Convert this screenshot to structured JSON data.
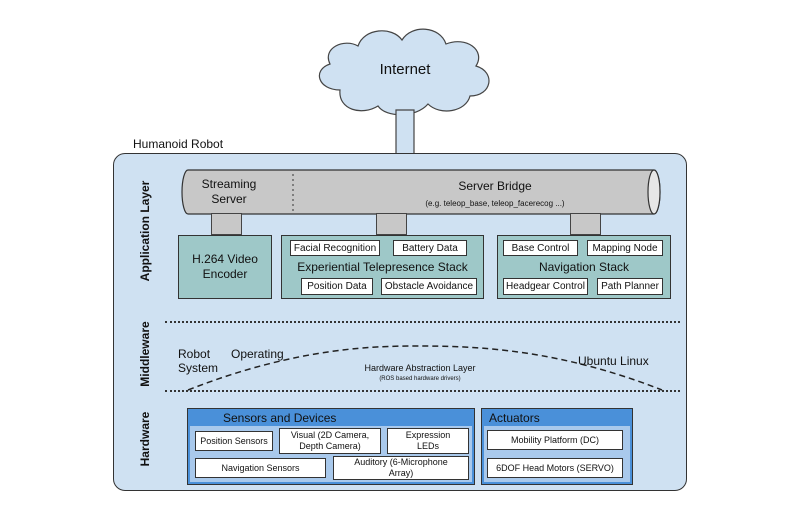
{
  "internet": {
    "label": "Internet"
  },
  "robot": {
    "title": "Humanoid Robot"
  },
  "layers": {
    "application": "Application Layer",
    "middleware": "Middleware",
    "hardware": "Hardware"
  },
  "application": {
    "streaming_server": {
      "line1": "Streaming",
      "line2": "Server"
    },
    "server_bridge": {
      "title": "Server Bridge",
      "subtitle": "(e.g. teleop_base, teleop_facerecog ...)"
    },
    "video_encoder": {
      "line1": "H.264 Video",
      "line2": "Encoder"
    },
    "telepresence": {
      "title": "Experiential Telepresence Stack",
      "items": [
        "Facial Recognition",
        "Battery Data",
        "Position Data",
        "Obstacle Avoidance"
      ]
    },
    "navigation": {
      "title": "Navigation Stack",
      "items": [
        "Base Control",
        "Mapping Node",
        "Headgear Control",
        "Path Planner"
      ]
    }
  },
  "middleware": {
    "ros_left1": "Robot",
    "ros_left2": "Operating",
    "ros_left3": "System",
    "hal_title": "Hardware Abstraction Layer",
    "hal_subtitle": "(ROS based hardware drivers)",
    "os": "Ubuntu Linux"
  },
  "hardware": {
    "sensors": {
      "title": "Sensors and Devices",
      "items": [
        "Position Sensors",
        "Visual (2D Camera, Depth Camera)",
        "Expression LEDs",
        "Navigation Sensors",
        "Auditory (6-Microphone Array)"
      ]
    },
    "actuators": {
      "title": "Actuators",
      "items": [
        "Mobility Platform (DC)",
        "6DOF Head Motors (SERVO)"
      ]
    }
  },
  "colors": {
    "robot_fill": "#cfe1f2",
    "teal": "#9ec8c8",
    "gray": "#d0d0d0",
    "hardware_blue": "#4a90d9",
    "hardware_light": "#a9c9ec"
  }
}
